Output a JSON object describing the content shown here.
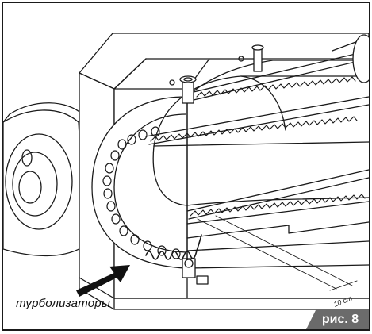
{
  "figure": {
    "label": "рис. 8",
    "callout": "турболизаторы",
    "dimension": "10 cm",
    "colors": {
      "line": "#1a1a1a",
      "badge": "#6b6b6b",
      "badge_text": "#ffffff",
      "background": "#ffffff"
    },
    "icons": [
      "pointer-arrow-icon"
    ]
  }
}
